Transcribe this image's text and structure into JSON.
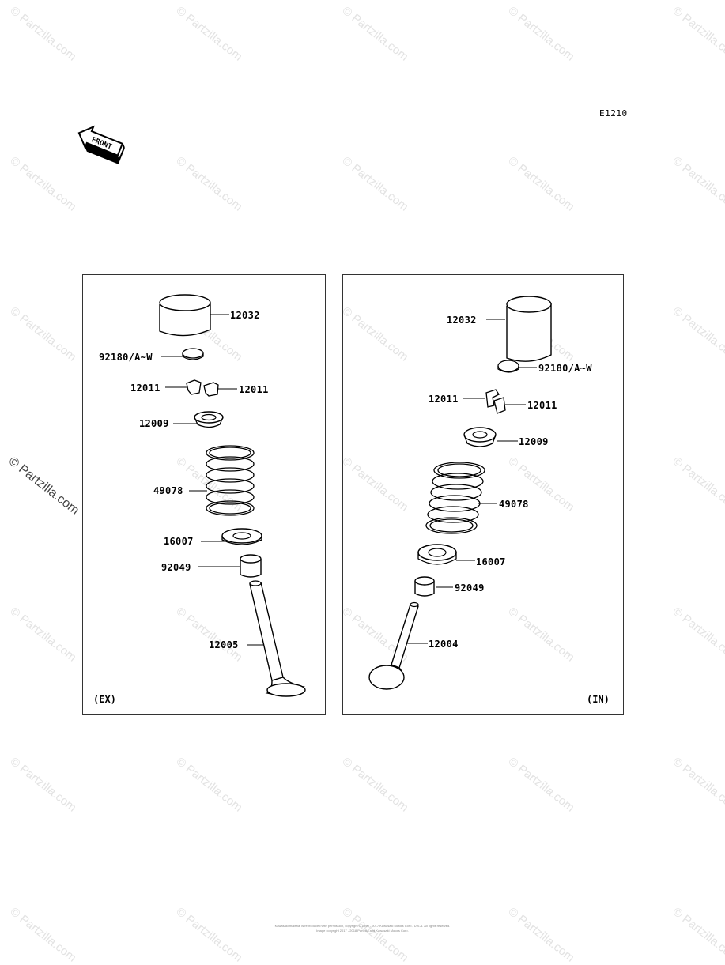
{
  "diagram_code": "E1210",
  "front_label": "FRONT",
  "watermark": "© Partzilla.com",
  "panels": [
    {
      "caption": "(EX)",
      "parts": {
        "lifter": "12032",
        "shim": "92180/A~W",
        "keeper_left": "12011",
        "keeper_right": "12011",
        "retainer": "12009",
        "spring": "49078",
        "spring_seat": "16007",
        "stem_seal": "92049",
        "valve": "12005"
      }
    },
    {
      "caption": "(IN)",
      "parts": {
        "lifter": "12032",
        "shim": "92180/A~W",
        "keeper_left": "12011",
        "keeper_right": "12011",
        "retainer": "12009",
        "spring": "49078",
        "spring_seat": "16007",
        "stem_seal": "92049",
        "valve": "12004"
      }
    }
  ],
  "footer": {
    "line1": "Kawasaki material is reproduced with permission, copyright © 1999 - 2017 Kawasaki Motors Corp., U.S.A. All rights reserved.",
    "line2": "Image copyright 2017 - 2018 Partzilla and Kawasaki Motors Corp."
  }
}
